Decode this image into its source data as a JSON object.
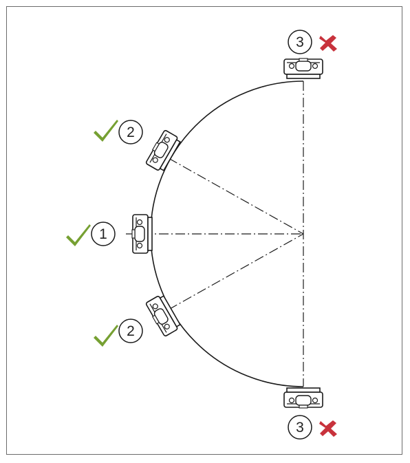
{
  "positions": [
    {
      "number": "1",
      "status": "ok"
    },
    {
      "number": "2",
      "status": "ok"
    },
    {
      "number": "2",
      "status": "ok"
    },
    {
      "number": "3",
      "status": "not-ok"
    },
    {
      "number": "3",
      "status": "not-ok"
    }
  ],
  "icons": {
    "ok": "check-mark-icon",
    "not_ok": "cross-mark-icon"
  },
  "colors": {
    "check": "#76a032",
    "cross": "#c8323c",
    "line": "#1a1a1a",
    "frame": "#6b6b6b"
  }
}
